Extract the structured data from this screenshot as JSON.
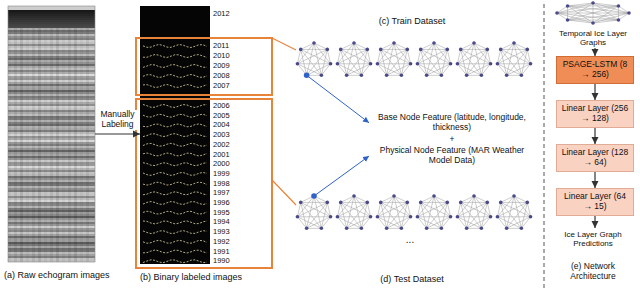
{
  "diagram": {
    "nodes": [
      {
        "text": [
          "(a) Raw echogram images"
        ]
      },
      {
        "text": [
          "(b) Binary labeled images"
        ]
      },
      {
        "text": [
          "(c) Train Dataset"
        ]
      },
      {
        "text": [
          "(d) Test Dataset"
        ]
      },
      {
        "text": [
          "Temporal Ice Layer Graphs"
        ]
      },
      {
        "text": [
          "PSAGE-LSTM (8 → 256)"
        ]
      },
      {
        "text": [
          "Linear Layer (256 → 128)"
        ]
      },
      {
        "text": [
          "Linear Layer (128 → 64)"
        ]
      },
      {
        "text": [
          "Linear Layer (64 → 15)"
        ]
      }
    ],
    "edges": [
      {
        "from": 0,
        "to": 1,
        "label": "Manually Labeling",
        "arrow": "to"
      },
      {
        "from": 4,
        "to": 5,
        "arrow": "to"
      },
      {
        "from": 5,
        "to": 6,
        "arrow": "to"
      },
      {
        "from": 6,
        "to": 7,
        "arrow": "to"
      },
      {
        "from": 7,
        "to": 8,
        "arrow": "to"
      }
    ],
    "labels": [
      "2012",
      "2011",
      "2010",
      "2009",
      "2008",
      "2007",
      "2006",
      "2005",
      "2004",
      "2003",
      "2002",
      "2001",
      "2000",
      "1999",
      "1998",
      "1997",
      "1996",
      "1995",
      "1994",
      "1993",
      "1992",
      "1991",
      "1990",
      "Base Node Feature (latitude, longitude, thickness)",
      "+",
      "Physical Node Feature (MAR Weather Model Data)",
      "...",
      "Ice Layer Graph Predictions",
      "(e) Network Architecture"
    ]
  }
}
